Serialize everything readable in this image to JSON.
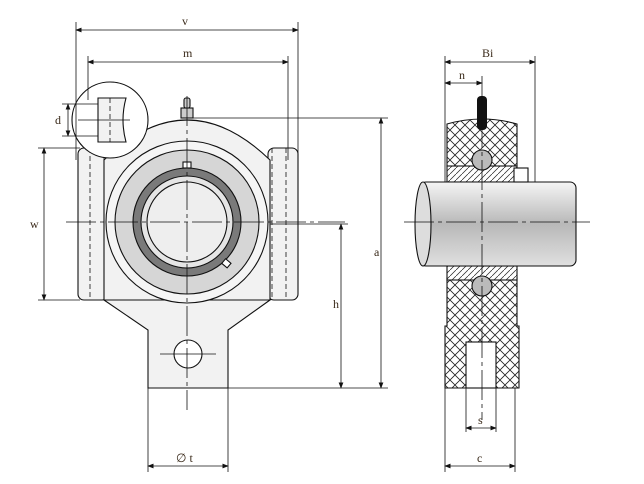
{
  "labels": {
    "v": "v",
    "m": "m",
    "d": "d",
    "w": "w",
    "a": "a",
    "h": "h",
    "t": "∅ t",
    "bi": "Bi",
    "n": "n",
    "s": "s",
    "c": "c"
  },
  "colors": {
    "housing": "#f2f2f2",
    "insert_ring": "#d6d6d6",
    "inner_ring": "#7a7a7a",
    "bore": "#eeeeee",
    "label": "#3a2a1a"
  }
}
